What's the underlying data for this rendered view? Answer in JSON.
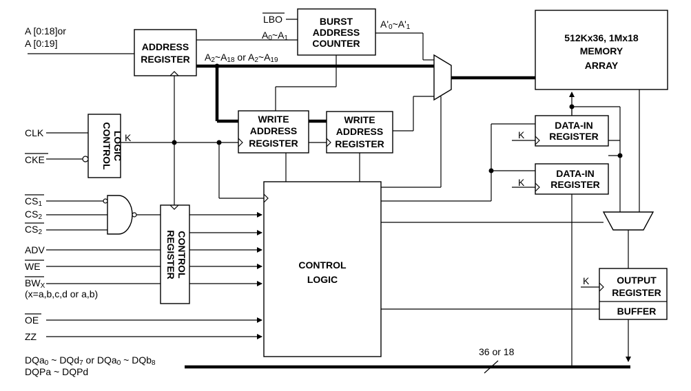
{
  "inputs": {
    "addr1": "A [0:18]or",
    "addr2": "A [0:19]",
    "clk": "CLK",
    "cke": "CKE",
    "cs1": "CS",
    "cs1_sub": "1",
    "cs2a": "CS",
    "cs2a_sub": "2",
    "cs2b": "CS",
    "cs2b_sub": "2",
    "adv": "ADV",
    "we": "WE",
    "bw": "BW",
    "bw_sub": "X",
    "bw_note": "(x=a,b,c,d or a,b)",
    "oe": "OE",
    "zz": "ZZ",
    "dq1_a": "DQa",
    "dq1_a_sub": "0",
    "dq1_b": " ~ DQd",
    "dq1_b_sub": "7",
    "dq1_c": " or DQa",
    "dq1_c_sub": "0",
    "dq1_d": " ~ DQb",
    "dq1_d_sub": "8",
    "dq2": "DQPa ~ DQPd",
    "lbo": "LBO"
  },
  "blocks": {
    "address_register": [
      "ADDRESS",
      "REGISTER"
    ],
    "burst_counter": [
      "BURST",
      "ADDRESS",
      "COUNTER"
    ],
    "memory_array": [
      "512Kx36, 1Mx18",
      "MEMORY",
      "ARRAY"
    ],
    "control_logic_small": [
      "CONTROL",
      "LOGIC"
    ],
    "write_reg_1": [
      "WRITE",
      "ADDRESS",
      "REGISTER"
    ],
    "write_reg_2": [
      "WRITE",
      "ADDRESS",
      "REGISTER"
    ],
    "datain_1": [
      "DATA-IN",
      "REGISTER"
    ],
    "datain_2": [
      "DATA-IN",
      "REGISTER"
    ],
    "control_register": [
      "CONTROL",
      "REGISTER"
    ],
    "control_logic_main": [
      "CONTROL",
      "LOGIC"
    ],
    "output_register": [
      "OUTPUT",
      "REGISTER"
    ],
    "buffer": "BUFFER"
  },
  "signals": {
    "a01_a": "A",
    "a01_a_sub": "0",
    "a01_b": "~A",
    "a01_b_sub": "1",
    "a01p_a": "A'",
    "a01p_a_sub": "0",
    "a01p_b": "~A'",
    "a01p_b_sub": "1",
    "a2_a": "A",
    "a2_a_sub": "2",
    "a2_b": "~A",
    "a2_b_sub": "18",
    "a2_c": " or A",
    "a2_c_sub": "2",
    "a2_d": "~A",
    "a2_d_sub": "19",
    "k": "K",
    "bus_width": "36 or 18"
  }
}
